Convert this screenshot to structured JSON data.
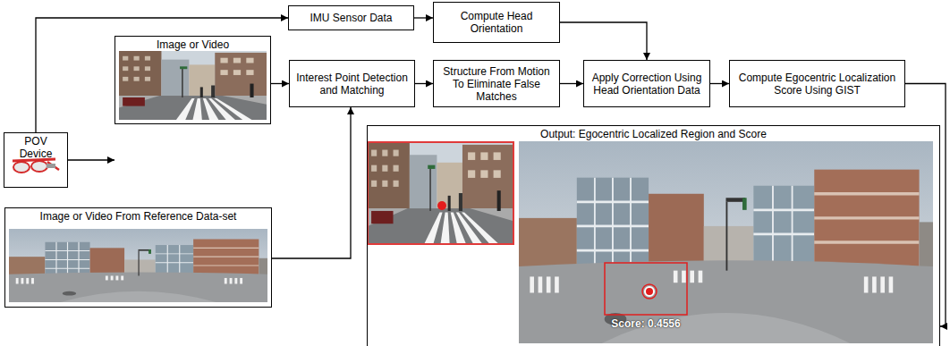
{
  "diagram": {
    "nodes": [
      {
        "text": [
          "POV Device"
        ]
      },
      {
        "text": [
          "IMU Sensor Data"
        ]
      },
      {
        "text": [
          "Compute Head Orientation"
        ]
      },
      {
        "text": [
          "Image or Video"
        ]
      },
      {
        "text": [
          "Interest Point Detection and Matching"
        ]
      },
      {
        "text": [
          "Structure From Motion To Eliminate False Matches"
        ]
      },
      {
        "text": [
          "Apply Correction Using Head Orientation Data"
        ]
      },
      {
        "text": [
          "Compute Egocentric Localization Score Using GIST"
        ]
      },
      {
        "text": [
          "Image or Video From Reference Data-set"
        ]
      },
      {
        "text": [
          "Output: Egocentric Localized Region and Score"
        ]
      }
    ],
    "edges": [
      {
        "from": 1,
        "to": 2,
        "arrow": "to"
      },
      {
        "from": 0,
        "to": 1,
        "arrow": "to"
      },
      {
        "from": 0,
        "to": 3,
        "arrow": "to"
      },
      {
        "from": 3,
        "to": 4,
        "arrow": "to"
      },
      {
        "from": 2,
        "to": 6,
        "arrow": "to"
      },
      {
        "from": 4,
        "to": 5,
        "arrow": "to"
      },
      {
        "from": 5,
        "to": 6,
        "arrow": "to"
      },
      {
        "from": 6,
        "to": 7,
        "arrow": "to"
      },
      {
        "from": 7,
        "to": 9,
        "arrow": "to"
      },
      {
        "from": 8,
        "to": 4,
        "arrow": "to"
      }
    ],
    "labels": [
      "Score: 0.4556"
    ]
  }
}
